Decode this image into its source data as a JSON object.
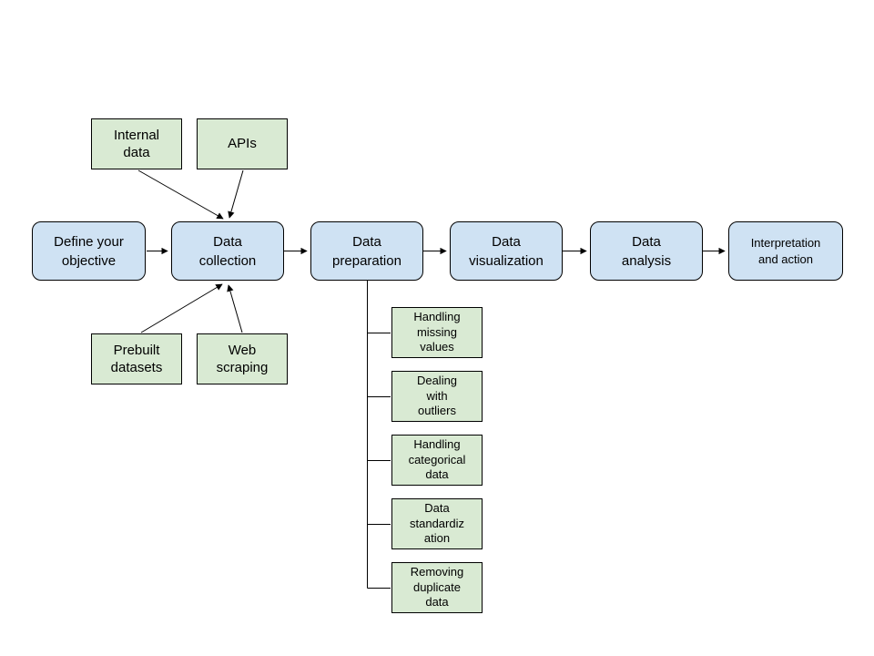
{
  "diagram": {
    "type": "flowchart",
    "colors": {
      "process_fill": "#cfe2f3",
      "source_fill": "#d9ead3",
      "border": "#000000",
      "connector": "#000000",
      "text": "#000000",
      "background": "#ffffff"
    },
    "main_flow": [
      {
        "id": "define-objective",
        "label": "Define your\nobjective"
      },
      {
        "id": "data-collection",
        "label": "Data\ncollection"
      },
      {
        "id": "data-preparation",
        "label": "Data\npreparation"
      },
      {
        "id": "data-visualization",
        "label": "Data\nvisualization"
      },
      {
        "id": "data-analysis",
        "label": "Data\nanalysis"
      },
      {
        "id": "interpretation-action",
        "label": "Interpretation\nand action"
      }
    ],
    "collection_sources": [
      {
        "id": "internal-data",
        "label": "Internal\ndata",
        "position": "top-left",
        "points_to": "data-collection"
      },
      {
        "id": "apis",
        "label": "APIs",
        "position": "top-right",
        "points_to": "data-collection"
      },
      {
        "id": "prebuilt-datasets",
        "label": "Prebuilt\ndatasets",
        "position": "bottom-left",
        "points_to": "data-collection"
      },
      {
        "id": "web-scraping",
        "label": "Web\nscraping",
        "position": "bottom-right",
        "points_to": "data-collection"
      }
    ],
    "preparation_steps": [
      {
        "id": "handling-missing-values",
        "label": "Handling\nmissing\nvalues"
      },
      {
        "id": "dealing-with-outliers",
        "label": "Dealing\nwith\noutliers"
      },
      {
        "id": "handling-categorical-data",
        "label": "Handling\ncategorical\ndata"
      },
      {
        "id": "data-standardization",
        "label": "Data\nstandardiz\nation"
      },
      {
        "id": "removing-duplicate-data",
        "label": "Removing\nduplicate\ndata"
      }
    ]
  }
}
